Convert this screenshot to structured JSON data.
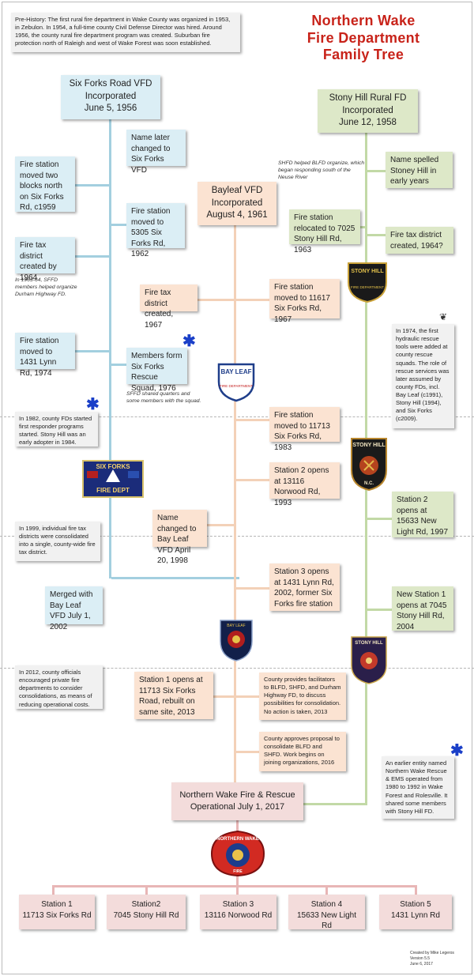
{
  "title": [
    "Northern Wake",
    "Fire Department",
    "Family Tree"
  ],
  "prehistory": "Pre-History: The first rural fire department in Wake County was organized in 1953, in Zebulon. In 1954, a full-time county Civil Defense Director was hired. Around 1956, the county rural fire department program was created. Suburban fire protection north of Raleigh and west of Wake Forest was soon established.",
  "six_forks": {
    "header": [
      "Six Forks Road VFD",
      "Incorporated",
      "June 5, 1956"
    ],
    "events": [
      "Name later changed to Six Forks VFD",
      "Fire station moved two blocks north on Six Forks Rd, c1959",
      "Fire station moved to 5305 Six Forks Rd, 1962",
      "Fire tax district created by 1964",
      "Fire station moved to 1431 Lynn Rd, 1974",
      "Members form Six Forks Rescue Squad, 1976",
      "Merged with Bay Leaf VFD July 1, 2002"
    ],
    "notes": [
      "In 1963-64, SFFD members helped organize Durham Highway FD.",
      "SFFD shared quarters and some members with the squad."
    ],
    "patch": [
      "SIX FORKS",
      "FIRE DEPT"
    ]
  },
  "bay_leaf": {
    "header": [
      "Bayleaf VFD",
      "Incorporated",
      "August 4, 1961"
    ],
    "events": [
      "Fire tax district created, 1967",
      "Fire station moved to 11617 Six Forks Rd, 1967",
      "Fire station moved to 11713 Six Forks Rd, 1983",
      "Station 2 opens at 13116 Norwood Rd, 1993",
      "Name changed to Bay Leaf VFD April 20, 1998",
      "Station 3 opens at 1431 Lynn Rd, 2002, former Six Forks fire station",
      "Station 1 opens at 11713 Six Forks Road, rebuilt on same site, 2013"
    ],
    "patch": [
      "BAY LEAF",
      "FIRE DEPARTMENT"
    ],
    "patch2": [
      "BAY",
      "LEAF"
    ]
  },
  "stony_hill": {
    "header": [
      "Stony Hill Rural FD",
      "Incorporated",
      "June 12, 1958"
    ],
    "events": [
      "Name spelled Stoney Hill in early years",
      "Fire station relocated to 7025 Stony Hill Rd, 1963",
      "Fire tax district created, 1964?",
      "Station 2 opens at 15633 New Light Rd, 1997",
      "New Station 1 opens at 7045 Stony Hill Rd, 2004"
    ],
    "notes": [
      "SHFD helped BLFD organize, which began responding south of the Neuse River"
    ],
    "patch": [
      "STONY HILL",
      "FIRE DEPARTMENT"
    ],
    "patch2": [
      "STONY HILL",
      "N.C."
    ],
    "patch3": [
      "STONY HILL"
    ]
  },
  "county": [
    "County provides facilitators to BLFD, SHFD, and Durham Highway FD, to discuss possibilities for consolidation. No action is taken, 2013",
    "County approves proposal to consolidate BLFD and SHFD. Work begins on joining organizations, 2016"
  ],
  "side_notes": {
    "hydraulic": "In 1974, the first hydraulic rescue tools were added at county rescue squads. The role of rescue services was later assumed by county FDs, incl. Bay Leaf (c1991), Stony Hill (1994), and Six Forks (c2009).",
    "first_responder": "In 1982, county FDs started first responder programs started. Stony Hill was an early adopter in 1984.",
    "tax_district": "In 1999, individual fire tax districts were consolidated into a single, county-wide fire tax district.",
    "private": "In 2012, county officials encouraged private fire departments to consider consolidations, as means of reducing operational costs.",
    "nwrems": "An earlier entity named Northern Wake Rescue & EMS operated from 1980 to 1992 in Wake Forest and Rolesville. It shared some members with Stony Hill FD."
  },
  "final": [
    "Northern Wake Fire & Rescue",
    "Operational July 1, 2017"
  ],
  "final_patch": [
    "NORTHERN WAKE",
    "FIRE"
  ],
  "stations": [
    [
      "Station 1",
      "11713 Six Forks Rd"
    ],
    [
      "Station2",
      "7045 Stony Hill Rd"
    ],
    [
      "Station 3",
      "13116 Norwood Rd"
    ],
    [
      "Station 4",
      "15633 New Light Rd"
    ],
    [
      "Station 5",
      "1431 Lynn Rd"
    ]
  ],
  "credit": [
    "Created by Mike Legeros",
    "Version 5.5",
    "June 6, 2017"
  ],
  "colors": {
    "title_red": "#c8231a",
    "six_forks": "#a3cfdf",
    "stony_hill": "#c2d9a6",
    "bay_leaf": "#f3d1b8",
    "final": "#e8b6b6"
  }
}
